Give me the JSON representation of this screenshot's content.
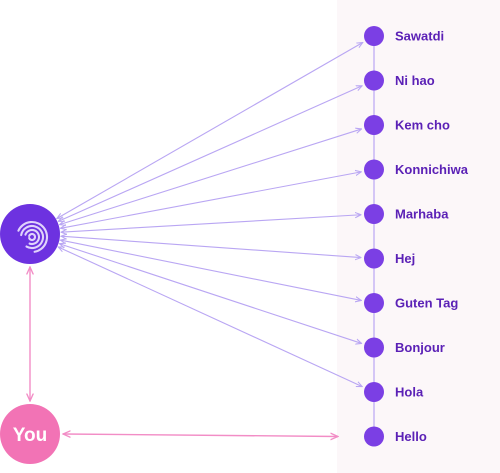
{
  "colors": {
    "panel_bg": "#fcf7f9",
    "node_fill": "#7b3fe4",
    "label_text": "#5b21b6",
    "hub_fill": "#6d32e0",
    "hub_ring": "#e0d3fb",
    "connector": "#b9a6f3",
    "you_fill": "#f273b5",
    "you_connector": "#f28dc6",
    "you_text": "#ffffff"
  },
  "hub": {
    "icon": "fingerprint-icon"
  },
  "you": {
    "label": "You"
  },
  "greetings": [
    "Sawatdi",
    "Ni hao",
    "Kem cho",
    "Konnichiwa",
    "Marhaba",
    "Hej",
    "Guten Tag",
    "Bonjour",
    "Hola",
    "Hello"
  ]
}
